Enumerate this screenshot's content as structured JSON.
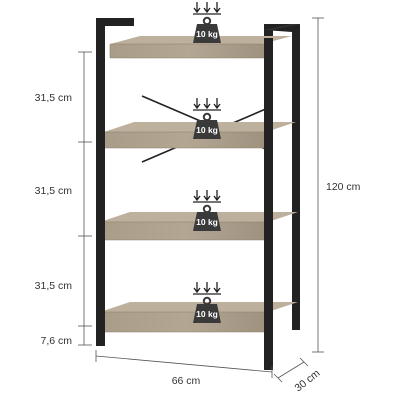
{
  "diagram": {
    "dimensions": {
      "shelf_gap_1": "31,5 cm",
      "shelf_gap_2": "31,5 cm",
      "shelf_gap_3": "31,5 cm",
      "bottom_clearance": "7,6 cm",
      "height": "120 cm",
      "width": "66 cm",
      "depth": "30 cm"
    },
    "shelves": [
      {
        "load_label": "10 kg"
      },
      {
        "load_label": "10 kg"
      },
      {
        "load_label": "10 kg"
      },
      {
        "load_label": "10 kg"
      }
    ],
    "colors": {
      "wood": "#a89a86",
      "wood_edge": "#8c7f6d",
      "frame": "#222222",
      "weight": "#3a3a3a",
      "dimension_line": "#555555"
    }
  }
}
